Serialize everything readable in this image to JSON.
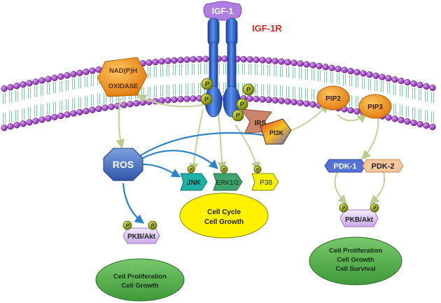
{
  "receptor": {
    "ligand": "IGF-1",
    "name": "IGF-1R"
  },
  "phospho_label": "P",
  "enzymes": {
    "nadph_line1": "NAD(P)H",
    "nadph_line2": "OXIDASE",
    "irs": "IRS",
    "pi3k": "PI3K",
    "pip2": "PIP2",
    "pip3": "PIP3",
    "ros": "ROS",
    "jnk": "JNK",
    "erk": "ERK1/2",
    "p38": "P38",
    "pdk1": "PDK-1",
    "pdk2": "PDK-2",
    "pkb_left": "PKB/Akt",
    "pkb_right": "PKB/Akt"
  },
  "outcomes": {
    "center_line1": "Cell Cycle",
    "center_line2": "Cell Growth",
    "left_line1": "Cell Proliferation",
    "left_line2": "Cell Growth",
    "right_line1": "Cell Proliferation",
    "right_line2": "Cell Growth",
    "right_line3": "Cell Survival"
  },
  "colors": {
    "lipid_head": "#9b2fbf",
    "lipid_tail": "#4fc48b",
    "receptor": "#2f6ad4",
    "ligand": "#b07ee0",
    "receptor_label": "#e0242a",
    "phospho": "#9da50d",
    "orange_enzyme": "#f2931a",
    "ros": "#4f79c4",
    "jnk": "#1cb2a8",
    "erk": "#3fa46a",
    "p38": "#f3f000",
    "pdk1": "#5573d6",
    "pdk2": "#f7c79c",
    "pkb": "#e3d1f3",
    "outcome_yellow": "#fff200",
    "outcome_green": "#58b650",
    "arrow_blue": "#2d84c8",
    "arrow_sage": "#c4d6a0"
  }
}
